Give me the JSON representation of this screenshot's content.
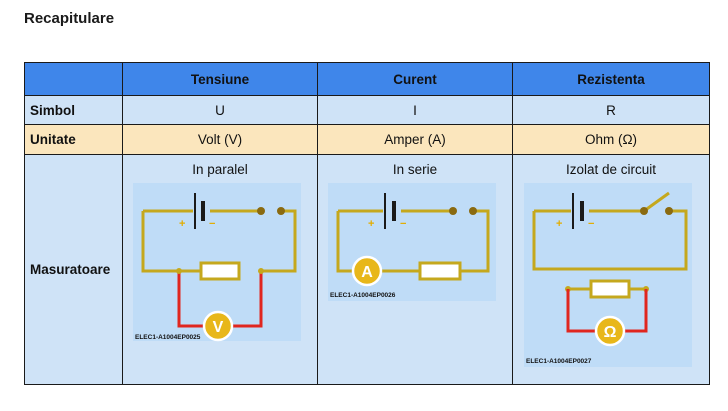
{
  "title": "Recapitulare",
  "columns": [
    "Tensiune",
    "Curent",
    "Rezistenta"
  ],
  "rows": {
    "simbol": {
      "label": "Simbol",
      "values": [
        "U",
        "I",
        "R"
      ]
    },
    "unitate": {
      "label": "Unitate",
      "values": [
        "Volt (V)",
        "Amper (A)",
        "Ohm (Ω)"
      ]
    },
    "masuratoare": {
      "label": "Masuratoare",
      "methods": [
        "In paralel",
        "In serie",
        "Izolat de circuit"
      ],
      "meters": [
        "V",
        "A",
        "Ω"
      ],
      "codes": [
        "ELEC1-A1004EP0025",
        "ELEC1-A1004EP0026",
        "ELEC1-A1004EP0027"
      ]
    }
  },
  "colors": {
    "header": "#3f86ea",
    "row_blue": "#cfe3f7",
    "row_orange": "#fbe6bd",
    "diagram_panel": "#bfdcf7",
    "wire_gold": "#c5a81d",
    "wire_red": "#e0261f",
    "meter_fill": "#e8b71a"
  }
}
